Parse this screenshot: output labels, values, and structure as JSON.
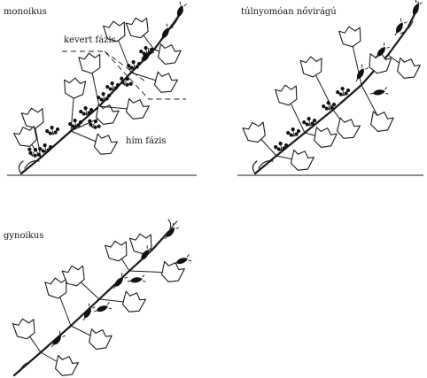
{
  "panels": [
    {
      "label": "monoikus",
      "annotations": {
        "mixed_phase": "kevert fázis",
        "male_phase": "hím fázis"
      }
    },
    {
      "label": "túlnyomóan nővirágú"
    },
    {
      "label": "gynoikus"
    }
  ]
}
